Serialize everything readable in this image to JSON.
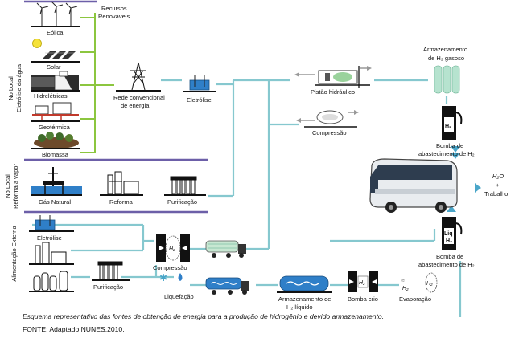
{
  "labels": {
    "recursos": [
      "Recursos",
      "Renováveis"
    ],
    "eolica": "Eólica",
    "solar": "Solar",
    "hidreletricas": "Hidrelétricas",
    "geotermica": "Geotérmica",
    "biomassa": "Biomassa",
    "side_local_eletrolise": [
      "No Local",
      "Eletrólise da água"
    ],
    "rede": [
      "Rede convencional",
      "de energia"
    ],
    "eletrolise": "Eletrólise",
    "pistao": "Pistão hidráulico",
    "compressao": "Compressão",
    "armazenamento_gasoso": [
      "Armazenamento",
      "de H₂ gasoso"
    ],
    "bomba1": [
      "Bomba de",
      "abastecimento de H₂"
    ],
    "side_local_reforma": [
      "No Local",
      "Reforma a vapor"
    ],
    "gas_natural": "Gás Natural",
    "reforma": "Reforma",
    "purificacao": "Purificação",
    "h2o": "H₂O",
    "plus": "+",
    "trabalho": "Trabalho",
    "side_externa": "Alimentação Externa",
    "eletrolise_ext": "Eletrólise",
    "compressao_ext": "Compressão",
    "purificacao_ext": "Purificação",
    "liquefacao": "Liquefação",
    "armazenamento_liquido": [
      "Armazenamento de",
      "H₂ líquido"
    ],
    "bomba_crio": "Bomba crio",
    "evaporacao": "Evaporação",
    "bomba2": [
      "Bomba de",
      "abastecimento de H₂"
    ],
    "pump_h2": "H₂",
    "pump_liq": "Liq",
    "cyl_h2": "H₂"
  },
  "caption": "Esquema representativo das fontes de obtenção de energia para a produção de hidrogênio e devido armazenamento.",
  "source": "FONTE: Adaptado NUNES,2010.",
  "colors": {
    "green_line": "#8cc63f",
    "purple_line": "#6c5fa8",
    "teal_line": "#86c8cf"
  }
}
